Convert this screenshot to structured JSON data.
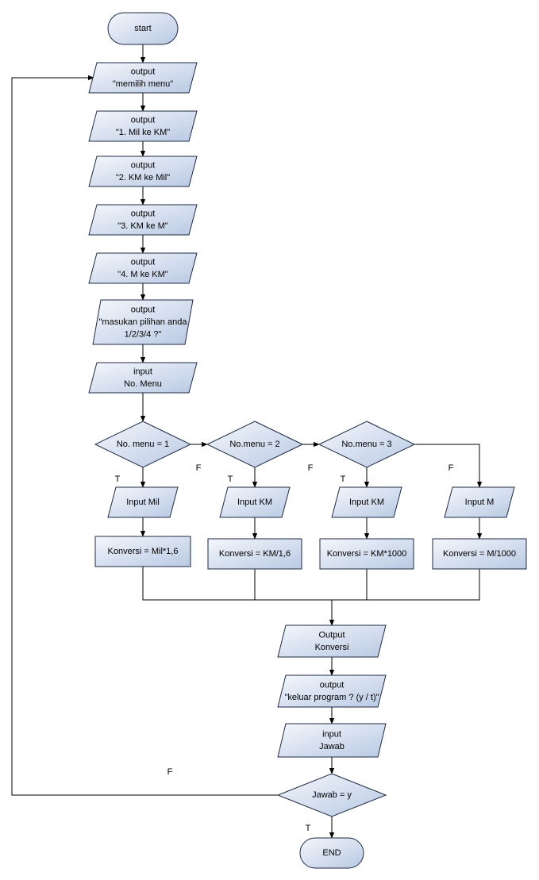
{
  "colors": {
    "node_fill_top": "#f4f7fc",
    "node_fill_bottom": "#b9c9e3",
    "node_stroke": "#1f2a44",
    "edge": "#000000"
  },
  "nodes": {
    "start": [
      "start"
    ],
    "out_menu": [
      "output",
      "\"memilih menu\""
    ],
    "out_opt1": [
      "output",
      "\"1. Mil ke KM\""
    ],
    "out_opt2": [
      "output",
      "\"2. KM ke Mil\""
    ],
    "out_opt3": [
      "output",
      "\"3. KM ke M\""
    ],
    "out_opt4": [
      "output",
      "\"4. M ke KM\""
    ],
    "out_prompt": [
      "output",
      "\"masukan pilihan anda",
      "1/2/3/4 ?\""
    ],
    "in_menu": [
      "input",
      "No. Menu"
    ],
    "dec1": [
      "No. menu = 1"
    ],
    "dec2": [
      "No.menu = 2"
    ],
    "dec3": [
      "No.menu = 3"
    ],
    "in_mil": [
      "Input Mil"
    ],
    "in_km1": [
      "Input KM"
    ],
    "in_km2": [
      "Input KM"
    ],
    "in_m": [
      "Input M"
    ],
    "conv1": [
      "Konversi = Mil*1,6"
    ],
    "conv2": [
      "Konversi = KM/1,6"
    ],
    "conv3": [
      "Konversi = KM*1000"
    ],
    "conv4": [
      "Konversi = M/1000"
    ],
    "out_conv": [
      "Output",
      "Konversi"
    ],
    "out_exit": [
      "output",
      "\"keluar program ? (y / t)\""
    ],
    "in_jawab": [
      "input",
      "Jawab"
    ],
    "dec_jawab": [
      "Jawab = y"
    ],
    "end": [
      "END"
    ]
  },
  "edge_labels": {
    "dec1_true": "T",
    "dec1_false": "F",
    "dec2_true": "T",
    "dec2_false": "F",
    "dec3_true": "T",
    "dec3_false": "F",
    "jawab_false": "F",
    "jawab_true": "T"
  }
}
